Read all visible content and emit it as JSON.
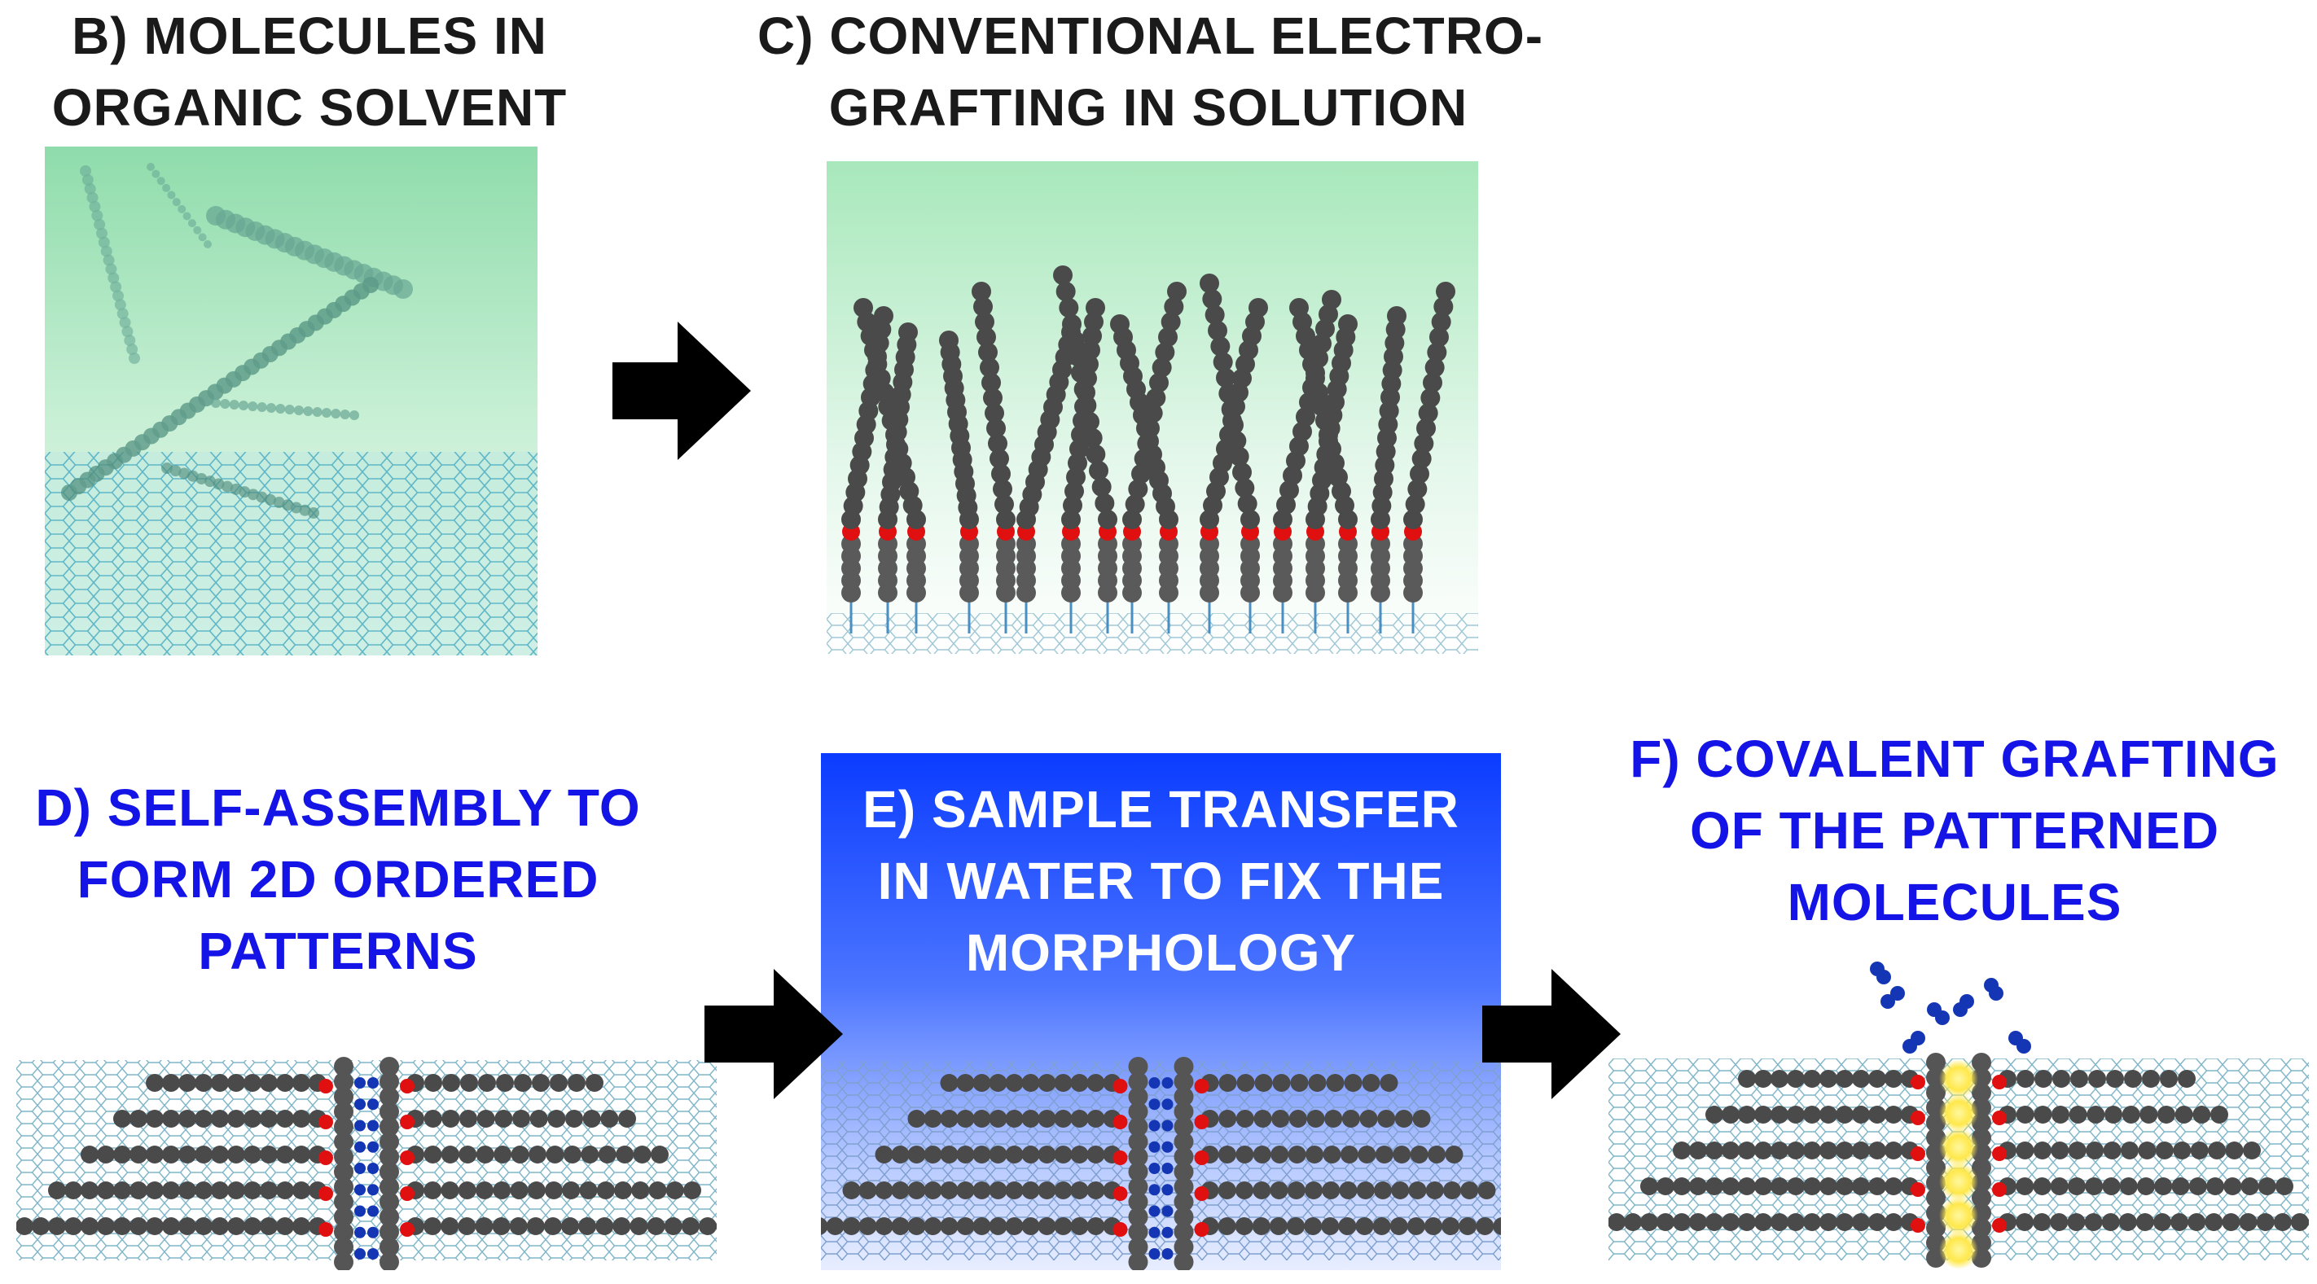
{
  "colors": {
    "label_black": "#1a1a1a",
    "label_blue": "#1414e6",
    "label_white": "#ffffff",
    "solvent_green": "#c9f0d6",
    "water_blue": "#0b3cff",
    "graphene_line": "#5fb7c7",
    "carbon_gray": "#4a4a4a",
    "oxygen_red": "#e01010",
    "nitrogen_blue": "#1436b4",
    "bond_yellow": "#ffe84a",
    "arrow_black": "#000000"
  },
  "panels": {
    "b": {
      "title_lines": [
        "B) MOLECULES IN",
        "ORGANIC SOLVENT"
      ]
    },
    "c": {
      "title_lines": [
        "C) CONVENTIONAL ELECTRO-",
        "GRAFTING IN SOLUTION"
      ]
    },
    "d": {
      "title_lines": [
        "D) SELF-ASSEMBLY TO",
        "FORM 2D ORDERED",
        "PATTERNS"
      ]
    },
    "e": {
      "title_lines": [
        "E) SAMPLE TRANSFER",
        "IN WATER TO FIX THE",
        "MORPHOLOGY"
      ]
    },
    "f": {
      "title_lines": [
        "F) COVALENT GRAFTING",
        "OF THE PATTERNED",
        "MOLECULES"
      ]
    }
  },
  "arrows": [
    "arrow-right-icon",
    "arrow-right-icon",
    "arrow-right-icon"
  ]
}
